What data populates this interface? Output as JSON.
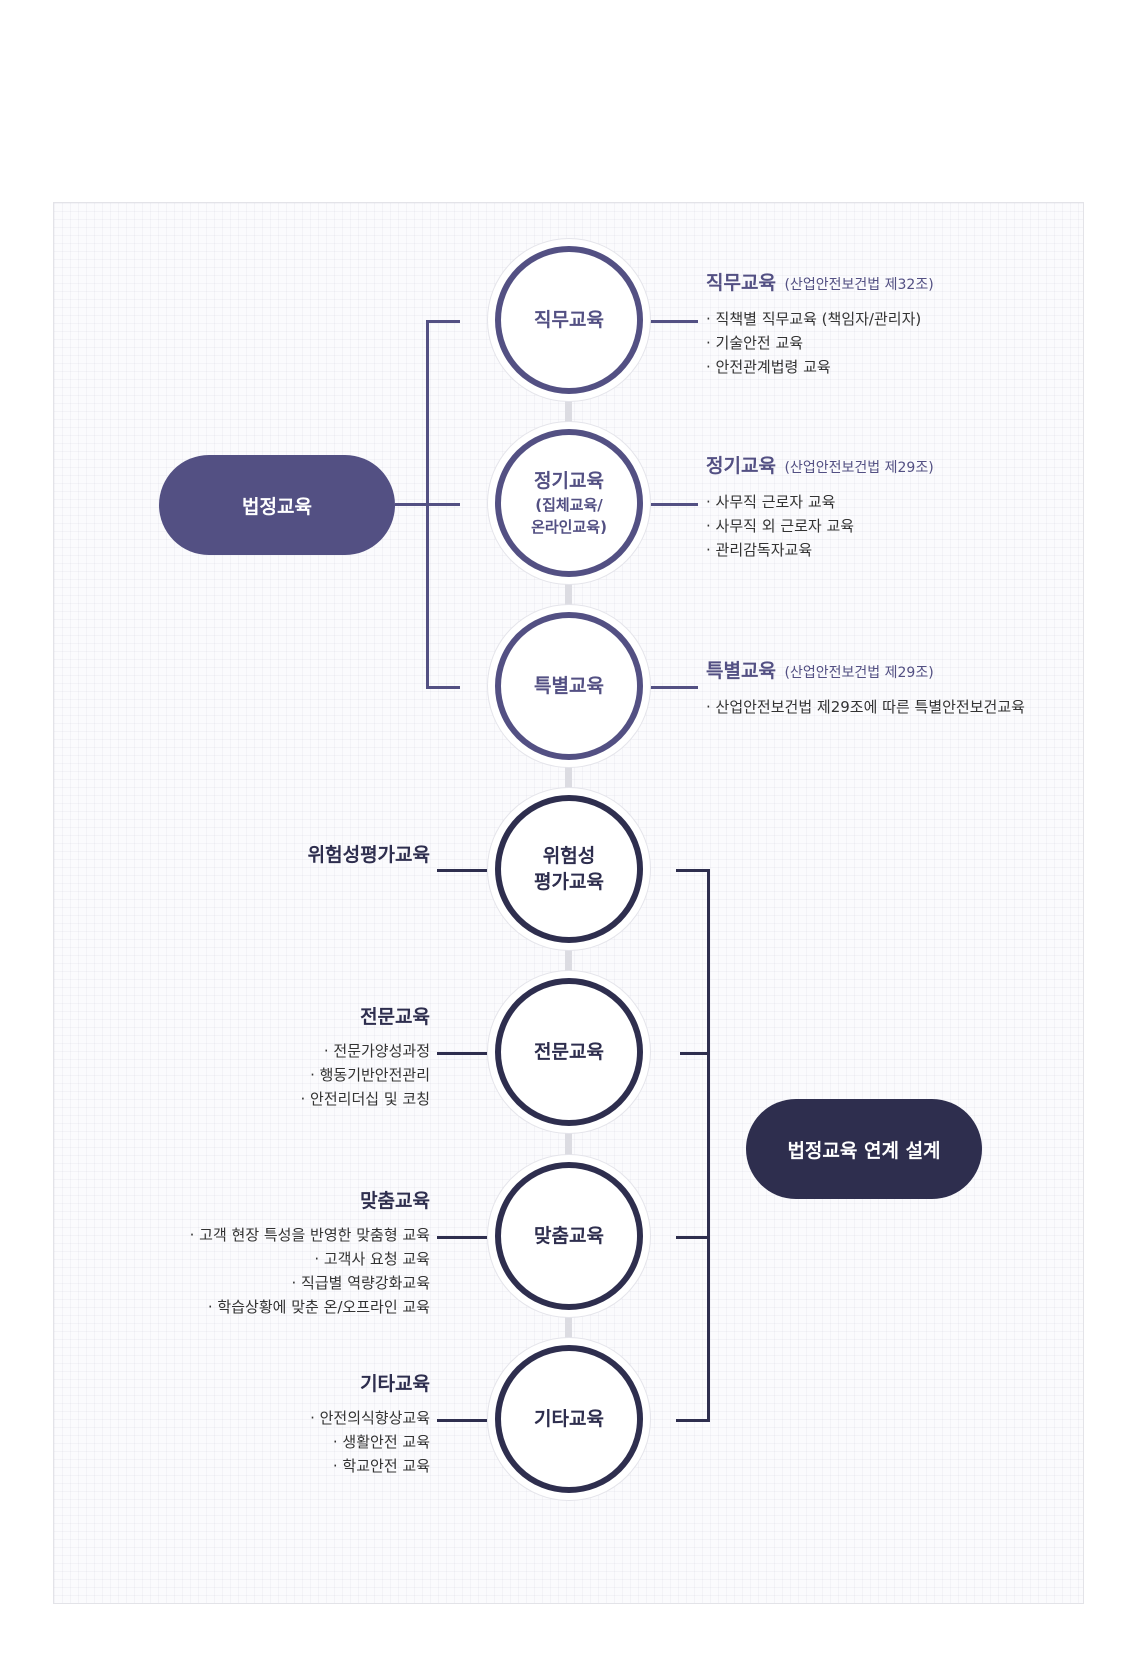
{
  "legal_pill": "법정교육",
  "linked_pill": "법정교육 연계 설계",
  "nodes": {
    "job": {
      "title": "직무교육"
    },
    "regular": {
      "title": "정기교육",
      "sub": "(집체교육/\n온라인교육)"
    },
    "special": {
      "title": "특별교육"
    },
    "risk": {
      "title": "위험성\n평가교육"
    },
    "pro": {
      "title": "전문교육"
    },
    "custom": {
      "title": "맞춤교육"
    },
    "other": {
      "title": "기타교육"
    }
  },
  "details": {
    "job": {
      "title": "직무교육",
      "law": "(산업안전보건법 제32조)",
      "items": [
        "· 직책별 직무교육 (책임자/관리자)",
        "· 기술안전 교육",
        "· 안전관계법령 교육"
      ]
    },
    "regular": {
      "title": "정기교육",
      "law": "(산업안전보건법 제29조)",
      "items": [
        "· 사무직 근로자 교육",
        "· 사무직 외 근로자 교육",
        "· 관리감독자교육"
      ]
    },
    "special": {
      "title": "특별교육",
      "law": "(산업안전보건법 제29조)",
      "items": [
        "· 산업안전보건법 제29조에 따른 특별안전보건교육"
      ]
    },
    "risk": {
      "title": "위험성평가교육"
    },
    "pro": {
      "title": "전문교육",
      "items": [
        "· 전문가양성과정",
        "· 행동기반안전관리",
        "· 안전리더십 및 코칭"
      ]
    },
    "custom": {
      "title": "맞춤교육",
      "items": [
        "· 고객 현장 특성을 반영한 맞춤형 교육",
        "· 고객사 요청 교육",
        "· 직급별 역량강화교육",
        "· 학습상황에 맞춘 온/오프라인 교육"
      ]
    },
    "other": {
      "title": "기타교육",
      "items": [
        "· 안전의식향상교육",
        "· 생활안전 교육",
        "· 학교안전 교육"
      ]
    }
  },
  "colors": {
    "legal": "#535083",
    "linked": "#2e2e4e",
    "spine": "#dcdce2"
  }
}
